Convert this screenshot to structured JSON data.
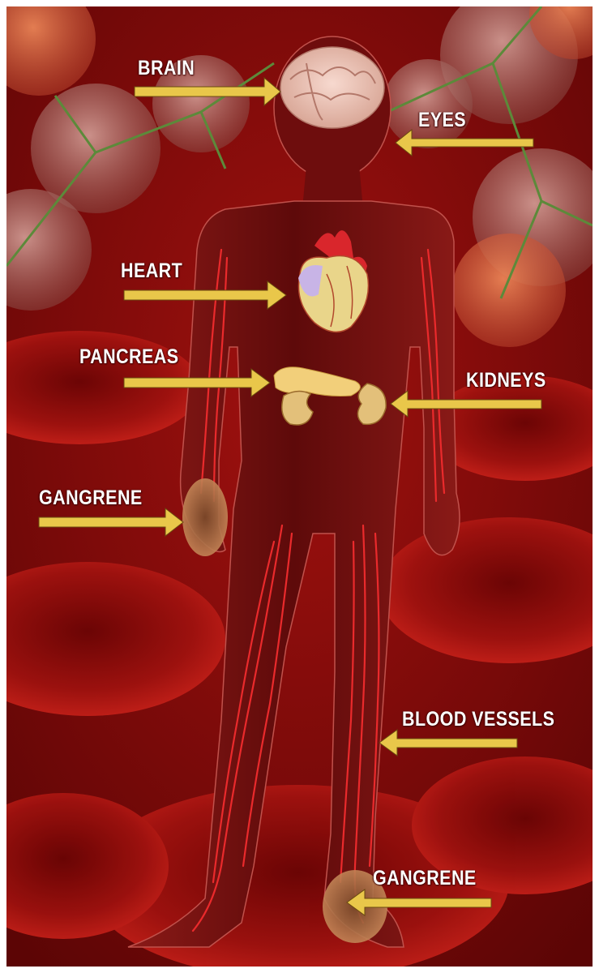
{
  "labels": {
    "brain": "BRAIN",
    "eyes": "EYES",
    "heart": "HEART",
    "pancreas": "PANCREAS",
    "kidneys": "KIDNEYS",
    "gangrene_hand": "GANGRENE",
    "blood_vessels": "BLOOD VESSELS",
    "gangrene_foot": "GANGRENE"
  },
  "colors": {
    "background": "#8e0b0b",
    "body": "#6a0c0c",
    "vessel": "#e8252a",
    "arrow": "#e9c74a",
    "label": "#ffffff"
  }
}
